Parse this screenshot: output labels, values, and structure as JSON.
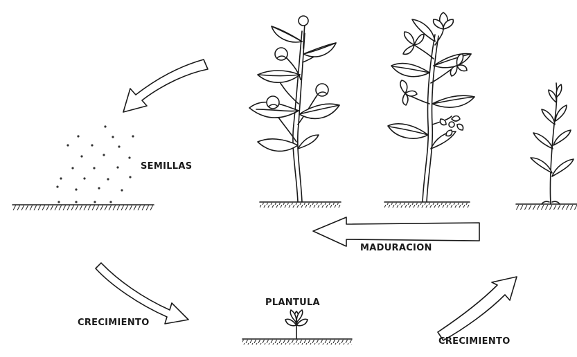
{
  "labels": {
    "seeds": "SEMILLAS",
    "maturation": "MADURACION",
    "seedling": "PLANTULA",
    "growth_left": "CRECIMIENTO",
    "growth_right": "CRECIMIENTO"
  },
  "colors": {
    "ink": "#1a1a1a",
    "arrow_fill": "#ffffff"
  }
}
